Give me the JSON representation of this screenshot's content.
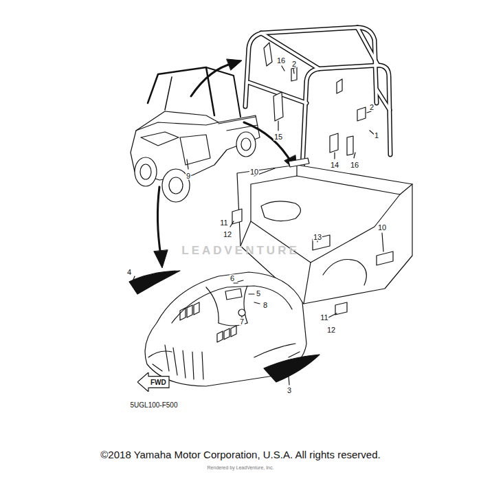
{
  "diagram": {
    "caption": "©2018 Yamaha Motor Corporation, U.S.A. All rights reserved.",
    "nodes": [
      {
        "text": [
          "FWD"
        ]
      }
    ],
    "labels": [
      "16",
      "2",
      "2",
      "1",
      "15",
      "14",
      "16",
      "9",
      "10",
      "11",
      "12",
      "13",
      "10",
      "4",
      "6",
      "5",
      "8",
      "7",
      "11",
      "12",
      "3",
      "5UGL100-F500",
      "LEADVENTURE",
      "Rendered by LeadVenture, Inc."
    ]
  }
}
